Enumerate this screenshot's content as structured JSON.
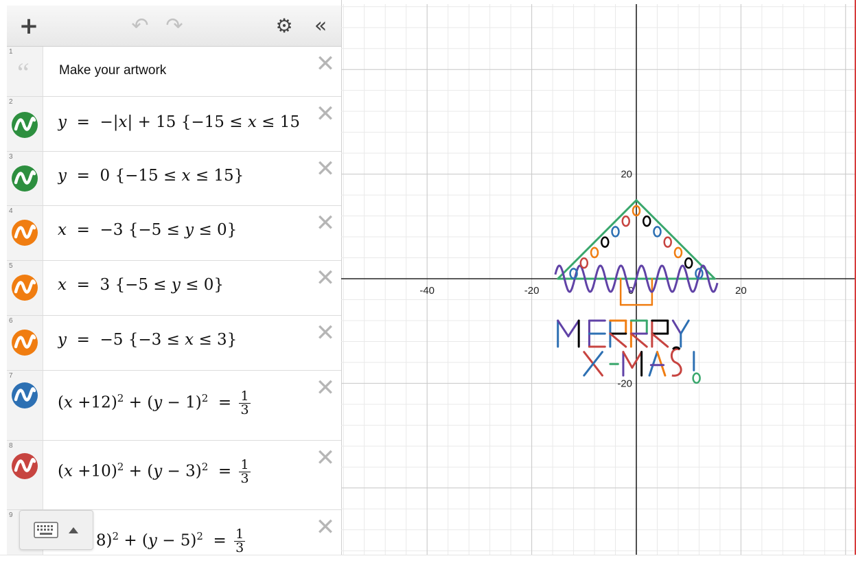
{
  "toolbar": {
    "add_label": "+",
    "undo_label": "↶",
    "redo_label": "↷",
    "settings_label": "⚙",
    "collapse_label": "«",
    "icons": [
      "plus-icon",
      "undo-icon",
      "redo-icon",
      "gear-icon",
      "double-chevron-left-icon"
    ]
  },
  "expressions": [
    {
      "index": "1",
      "type": "note",
      "text": "Make your artwork",
      "delete": "✕"
    },
    {
      "index": "2",
      "color": "#2d8f3f",
      "delete": "✕"
    },
    {
      "index": "3",
      "color": "#2d8f3f",
      "delete": "✕"
    },
    {
      "index": "4",
      "color": "#f07d11",
      "delete": "✕"
    },
    {
      "index": "5",
      "color": "#f07d11",
      "delete": "✕"
    },
    {
      "index": "6",
      "color": "#f07d11",
      "delete": "✕"
    },
    {
      "index": "7",
      "color": "#2d70b3",
      "delete": "✕"
    },
    {
      "index": "8",
      "color": "#c74440",
      "delete": "✕"
    },
    {
      "index": "9",
      "color": "#f07d11",
      "delete": "✕"
    }
  ],
  "graph": {
    "x_ticks": [
      "-40",
      "-20",
      "0",
      "20"
    ],
    "y_ticks": [
      "20",
      "-20"
    ],
    "text_line1": "MERRY",
    "text_line2": "X-MAS!"
  },
  "colors": {
    "green": "#2d8f3f",
    "orange": "#f07d11",
    "blue": "#2d70b3",
    "red": "#c74440",
    "black": "#000000",
    "purple": "#6042a6",
    "tree_green": "#3aa76d"
  }
}
